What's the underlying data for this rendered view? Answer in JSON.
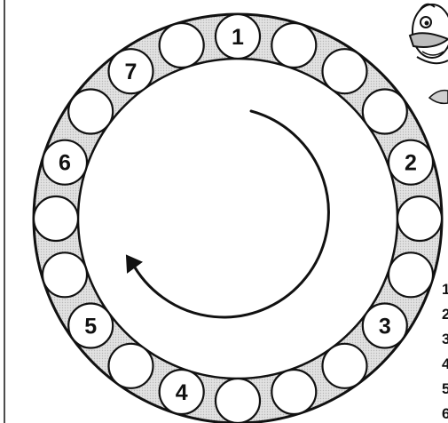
{
  "worksheet": {
    "numbered_circles": [
      "1",
      "2",
      "3",
      "4",
      "5",
      "6",
      "7"
    ],
    "side_list_numbers": [
      "1",
      "2",
      "3",
      "4",
      "5",
      "6"
    ]
  },
  "icons": {
    "direction": "arrow-clockwise-icon",
    "mascot": "duck-cartoon-icon",
    "leaf": "leaf-icon"
  },
  "colors": {
    "ring_fill": "#dcdcdc",
    "line": "#111111",
    "paper": "#ffffff"
  }
}
